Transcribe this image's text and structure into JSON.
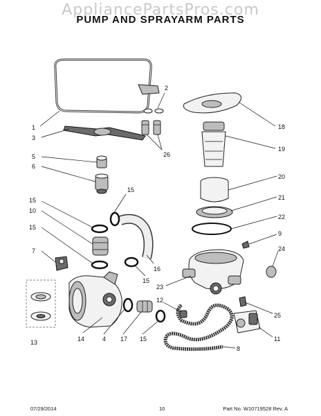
{
  "watermark": "AppliancePartsPros.com",
  "title": "PUMP AND SPRAYARM PARTS",
  "footer": {
    "date": "07/29/2014",
    "page": "10",
    "part": "Part No. W10719528  Rev. A"
  },
  "callouts": {
    "c1": "1",
    "c2": "2",
    "c3": "3",
    "c26": "26",
    "c5": "5",
    "c6": "6",
    "c15a": "15",
    "c15b": "15",
    "c10": "10",
    "c15c": "15",
    "c7": "7",
    "c16": "16",
    "c15d": "15",
    "c13": "13",
    "c14": "14",
    "c4": "4",
    "c17": "17",
    "c15e": "15",
    "c12": "12",
    "c18": "18",
    "c19": "19",
    "c20": "20",
    "c21": "21",
    "c22": "22",
    "c9": "9",
    "c24": "24",
    "c23": "23",
    "c25": "25",
    "c11": "11",
    "c8": "8"
  }
}
